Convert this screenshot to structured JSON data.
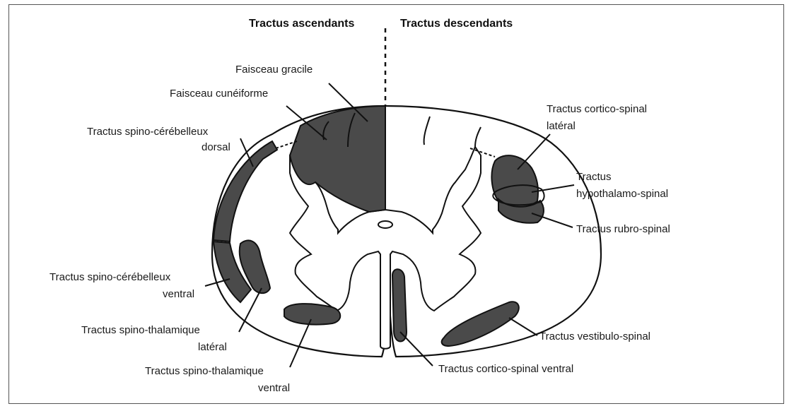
{
  "headers": {
    "ascending": "Tractus ascendants",
    "descending": "Tractus descendants"
  },
  "labels": {
    "faisceau_gracile": "Faisceau gracile",
    "faisceau_cuneiforme": "Faisceau cunéiforme",
    "spino_cerebelleux_dorsal_1": "Tractus spino-cérébelleux",
    "spino_cerebelleux_dorsal_2": "dorsal",
    "spino_cerebelleux_ventral_1": "Tractus spino-cérébelleux",
    "spino_cerebelleux_ventral_2": "ventral",
    "spino_thalamique_lateral_1": "Tractus spino-thalamique",
    "spino_thalamique_lateral_2": "latéral",
    "spino_thalamique_ventral_1": "Tractus spino-thalamique",
    "spino_thalamique_ventral_2": "ventral",
    "cortico_spinal_lateral_1": "Tractus cortico-spinal",
    "cortico_spinal_lateral_2": "latéral",
    "hypothalamo_spinal_1": "Tractus",
    "hypothalamo_spinal_2": "hypothalamo-spinal",
    "rubro_spinal": "Tractus rubro-spinal",
    "vestibulo_spinal": "Tractus vestibulo-spinal",
    "cortico_spinal_ventral": "Tractus cortico-spinal ventral"
  },
  "colors": {
    "tract_fill": "#4a4a4a",
    "outline": "#111111",
    "background": "#ffffff"
  }
}
